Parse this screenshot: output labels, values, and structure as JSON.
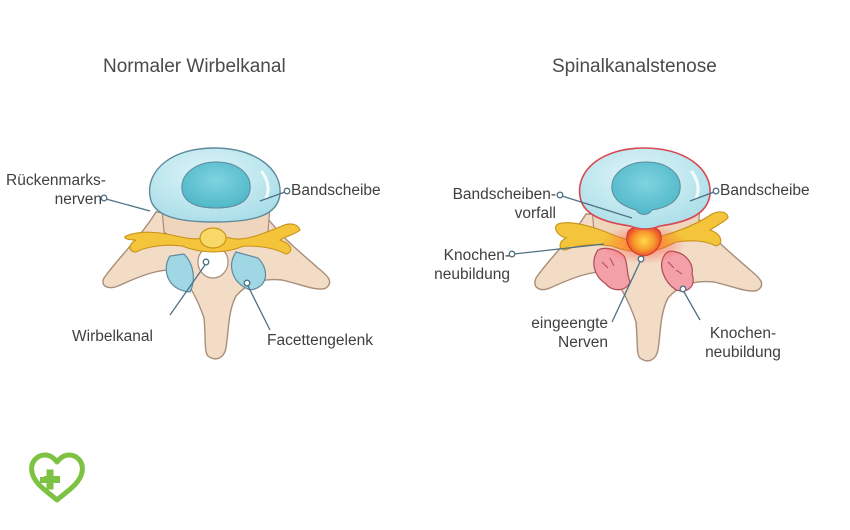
{
  "left_panel": {
    "title": "Normaler Wirbelkanal",
    "labels": {
      "nerves_line1": "Rückenmarks-",
      "nerves_line2": "nerven",
      "disc": "Bandscheibe",
      "canal": "Wirbelkanal",
      "facet": "Facettengelenk"
    }
  },
  "right_panel": {
    "title": "Spinalkanalstenose",
    "labels": {
      "herniation_line1": "Bandscheiben-",
      "herniation_line2": "vorfall",
      "disc": "Bandscheibe",
      "bone_left_line1": "Knochen-",
      "bone_left_line2": "neubildung",
      "nerves_line1": "eingeengte",
      "nerves_line2": "Nerven",
      "bone_right_line1": "Knochen-",
      "bone_right_line2": "neubildung"
    }
  },
  "colors": {
    "bone": "#f2dcc6",
    "bone_stroke": "#a88e7a",
    "disc_outer": "#bfe8f0",
    "disc_inner": "#5cc3d3",
    "disc_stroke": "#5f8a9c",
    "nerve": "#f4c43a",
    "nerve_stroke": "#c8921a",
    "stenosis_red": "#ea3a3a",
    "leader": "#4e7186",
    "logo_green": "#7dc243"
  },
  "logo": {
    "icon": "heart-cross-logo"
  }
}
